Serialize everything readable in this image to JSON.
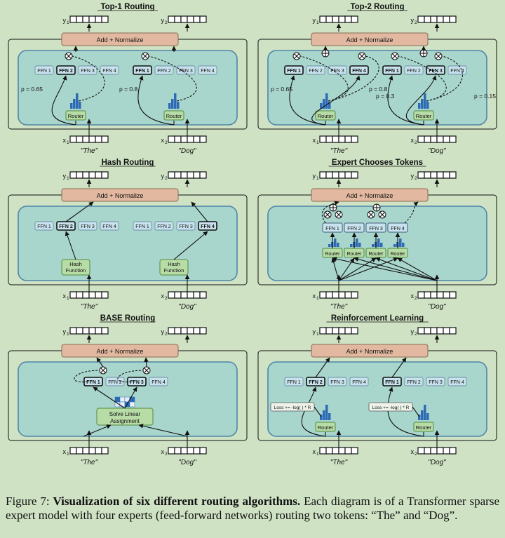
{
  "figure": {
    "common": {
      "add_normalize": "Add + Normalize",
      "experts": [
        "FFN 1",
        "FFN 2",
        "FFN 3",
        "FFN 4"
      ],
      "router": "Router",
      "y_labels": [
        "y",
        "y"
      ],
      "x_labels": [
        "x",
        "x"
      ],
      "subscripts": [
        "1",
        "2"
      ],
      "tokens": [
        "\"The\"",
        "\"Dog\""
      ]
    },
    "panels": [
      {
        "title": "Top-1 Routing",
        "selected": [
          [
            2
          ],
          [
            1
          ]
        ],
        "probs": [
          "p = 0.65",
          "p = 0.8"
        ]
      },
      {
        "title": "Top-2 Routing",
        "selected": [
          [
            1,
            4
          ],
          [
            1,
            3
          ]
        ],
        "probs": [
          "p = 0.65",
          "p = 0.3",
          "p = 0.8",
          "p = 0.15"
        ]
      },
      {
        "title": "Hash Routing",
        "selected": [
          [
            2
          ],
          [
            4
          ]
        ],
        "hash_label": [
          "Hash",
          "Function"
        ]
      },
      {
        "title": "Expert Chooses Tokens",
        "selected": [],
        "routers": 4
      },
      {
        "title": "BASE Routing",
        "selected": [
          [
            1,
            3
          ]
        ],
        "solver_label": [
          "Solve Linear",
          "Assignment"
        ]
      },
      {
        "title": "Reinforcement Learning",
        "selected": [
          [
            2
          ],
          [
            1
          ]
        ],
        "loss_label": "Loss += -log(   ) * R"
      }
    ]
  },
  "caption": {
    "label": "Figure 7:",
    "bold": "Visualization of six different routing algorithms.",
    "text": "Each diagram is of a Transformer sparse expert model with four experts (feed-forward networks) routing two tokens: “The” and “Dog”."
  }
}
